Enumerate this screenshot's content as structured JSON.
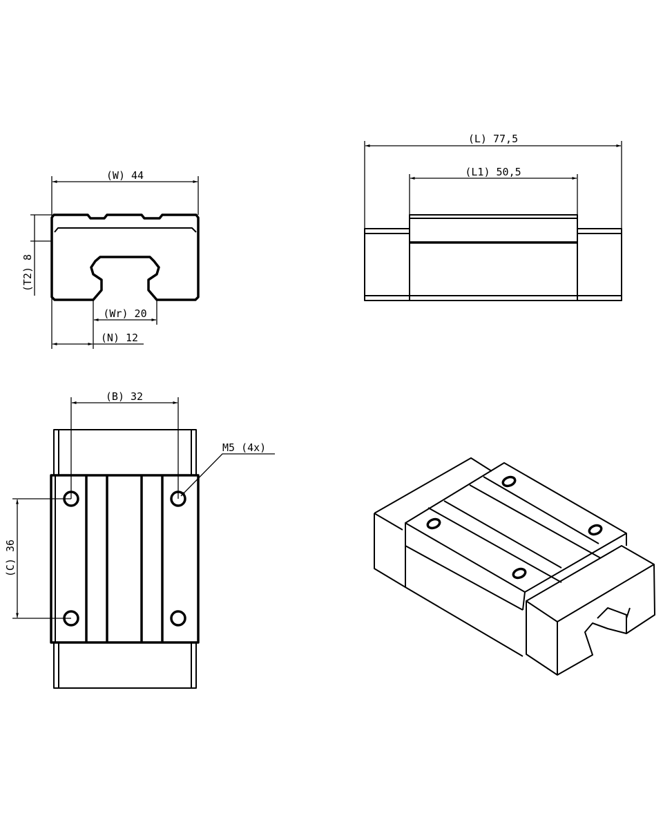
{
  "drawing": {
    "front_view": {
      "width_label": "(W) 44",
      "height_label": "(T2) 8",
      "rail_width_label": "(Wr) 20",
      "offset_label": "(N) 12"
    },
    "side_view": {
      "length_label": "(L) 77,5",
      "body_length_label": "(L1) 50,5"
    },
    "bottom_view": {
      "hole_spacing_x_label": "(B) 32",
      "hole_spacing_y_label": "(C) 36",
      "thread_label": "M5 (4x)"
    }
  },
  "colors": {
    "line": "#000000",
    "background": "#ffffff"
  }
}
